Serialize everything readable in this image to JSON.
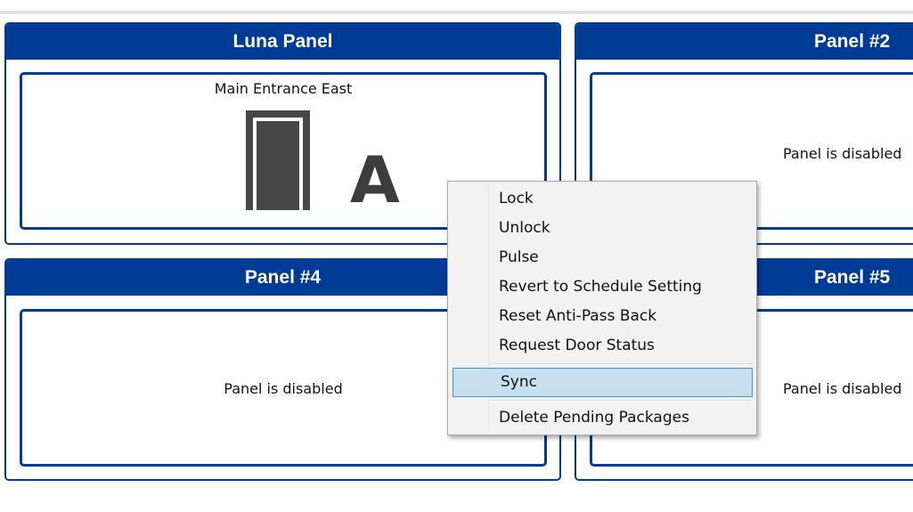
{
  "panels": [
    {
      "title": "Luna Panel",
      "door_name": "Main Entrance East",
      "mode_letter": "A"
    },
    {
      "title": "Panel #2",
      "status": "Panel is disabled"
    },
    {
      "title": "Panel #4",
      "status": "Panel is disabled"
    },
    {
      "title": "Panel #5",
      "status": "Panel is disabled"
    }
  ],
  "icons": {
    "door": "door-icon",
    "mode": "letter-a-icon"
  },
  "colors": {
    "panel_blue": "#003b95",
    "menu_highlight": "#c7e0f0",
    "menu_highlight_border": "#3f96c8",
    "door_gray": "#474747"
  },
  "context_menu": {
    "items": [
      "Lock",
      "Unlock",
      "Pulse",
      "Revert to Schedule Setting",
      "Reset Anti-Pass Back",
      "Request Door Status",
      "Sync",
      "Delete Pending Packages"
    ],
    "highlighted": "Sync"
  }
}
